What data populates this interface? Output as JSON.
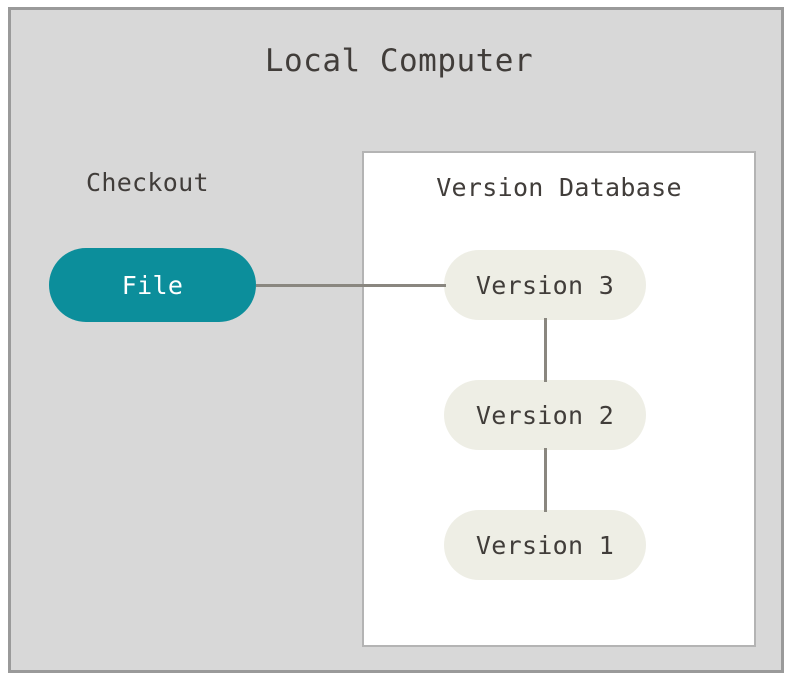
{
  "diagram": {
    "frame": {
      "title": "Local Computer",
      "background_color": "#d8d8d8",
      "border_color": "#9a9a9a"
    },
    "checkout": {
      "label": "Checkout",
      "file_node": {
        "label": "File",
        "fill_color": "#0c8e9b",
        "text_color": "#ffffff"
      }
    },
    "version_database": {
      "title": "Version Database",
      "background_color": "#ffffff",
      "border_color": "#b4b4b4",
      "nodes": [
        {
          "label": "Version 3",
          "fill_color": "#eeeee5",
          "text_color": "#413d3a"
        },
        {
          "label": "Version 2",
          "fill_color": "#eeeee5",
          "text_color": "#413d3a"
        },
        {
          "label": "Version 1",
          "fill_color": "#eeeee5",
          "text_color": "#413d3a"
        }
      ]
    },
    "connectors": {
      "color": "#8a8780",
      "file_to_version3": "File — Version 3",
      "version3_to_version2": "Version 3 — Version 2",
      "version2_to_version1": "Version 2 — Version 1"
    }
  }
}
